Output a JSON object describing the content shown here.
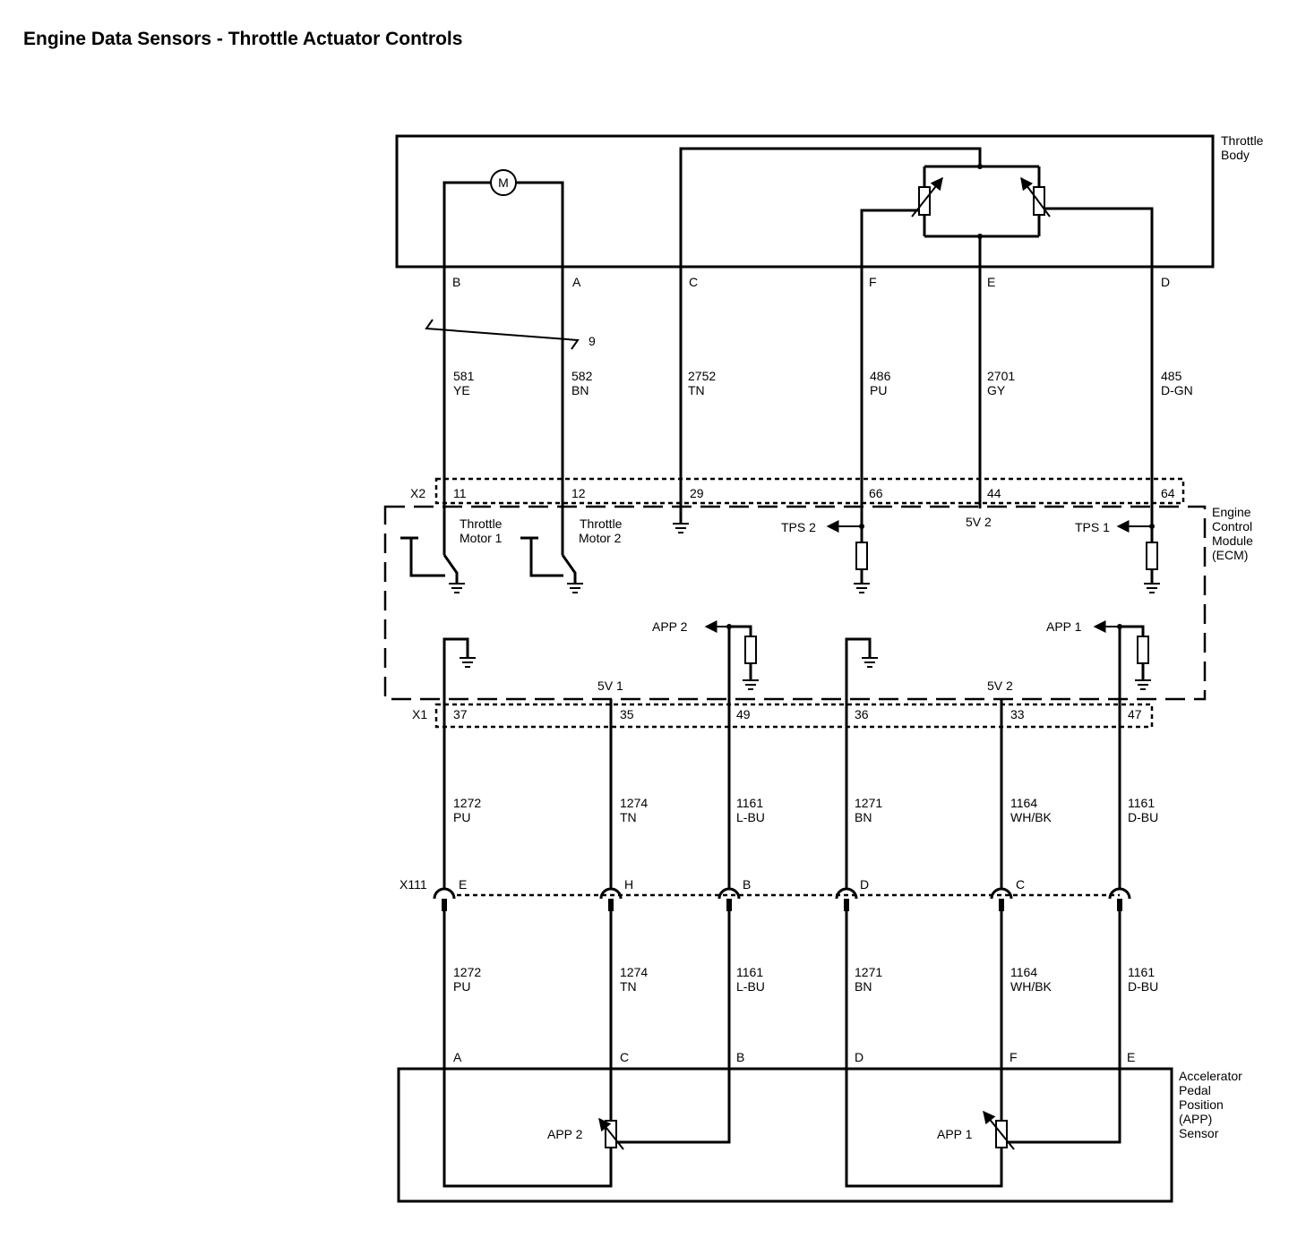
{
  "title": "Engine Data Sensors - Throttle Actuator Controls",
  "throttle_body": {
    "label_line1": "Throttle",
    "label_line2": "Body",
    "motor_symbol": "M",
    "pins": [
      "B",
      "A",
      "C",
      "F",
      "E",
      "D"
    ]
  },
  "splice_label": "9",
  "upper_wires": [
    {
      "circuit": "581",
      "color": "YE"
    },
    {
      "circuit": "582",
      "color": "BN"
    },
    {
      "circuit": "2752",
      "color": "TN"
    },
    {
      "circuit": "486",
      "color": "PU"
    },
    {
      "circuit": "2701",
      "color": "GY"
    },
    {
      "circuit": "485",
      "color": "D-GN"
    }
  ],
  "x2": {
    "label": "X2",
    "pins": [
      "11",
      "12",
      "29",
      "66",
      "44",
      "64"
    ]
  },
  "ecm": {
    "label_lines": [
      "Engine",
      "Control",
      "Module",
      "(ECM)"
    ],
    "throttle_motor_1": [
      "Throttle",
      "Motor 1"
    ],
    "throttle_motor_2": [
      "Throttle",
      "Motor 2"
    ],
    "tps2": "TPS 2",
    "tps1": "TPS 1",
    "ref_5v2_upper": "5V 2",
    "app2": "APP  2",
    "app1": "APP  1",
    "ref_5v1": "5V 1",
    "ref_5v2_lower": "5V 2"
  },
  "x1": {
    "label": "X1",
    "pins": [
      "37",
      "35",
      "49",
      "36",
      "33",
      "47"
    ]
  },
  "middle_wires": [
    {
      "circuit": "1272",
      "color": "PU"
    },
    {
      "circuit": "1274",
      "color": "TN"
    },
    {
      "circuit": "1161",
      "color": "L-BU"
    },
    {
      "circuit": "1271",
      "color": "BN"
    },
    {
      "circuit": "1164",
      "color": "WH/BK"
    },
    {
      "circuit": "1161",
      "color": "D-BU"
    }
  ],
  "x111": {
    "label": "X111",
    "pins": [
      "E",
      "H",
      "B",
      "D",
      "C"
    ]
  },
  "lower_wires": [
    {
      "circuit": "1272",
      "color": "PU"
    },
    {
      "circuit": "1274",
      "color": "TN"
    },
    {
      "circuit": "1161",
      "color": "L-BU"
    },
    {
      "circuit": "1271",
      "color": "BN"
    },
    {
      "circuit": "1164",
      "color": "WH/BK"
    },
    {
      "circuit": "1161",
      "color": "D-BU"
    }
  ],
  "app_sensor": {
    "label_lines": [
      "Accelerator",
      "Pedal",
      "Position",
      "(APP)",
      "Sensor"
    ],
    "pins": [
      "A",
      "C",
      "B",
      "D",
      "F",
      "E"
    ],
    "app2": "APP 2",
    "app1": "APP 1"
  }
}
